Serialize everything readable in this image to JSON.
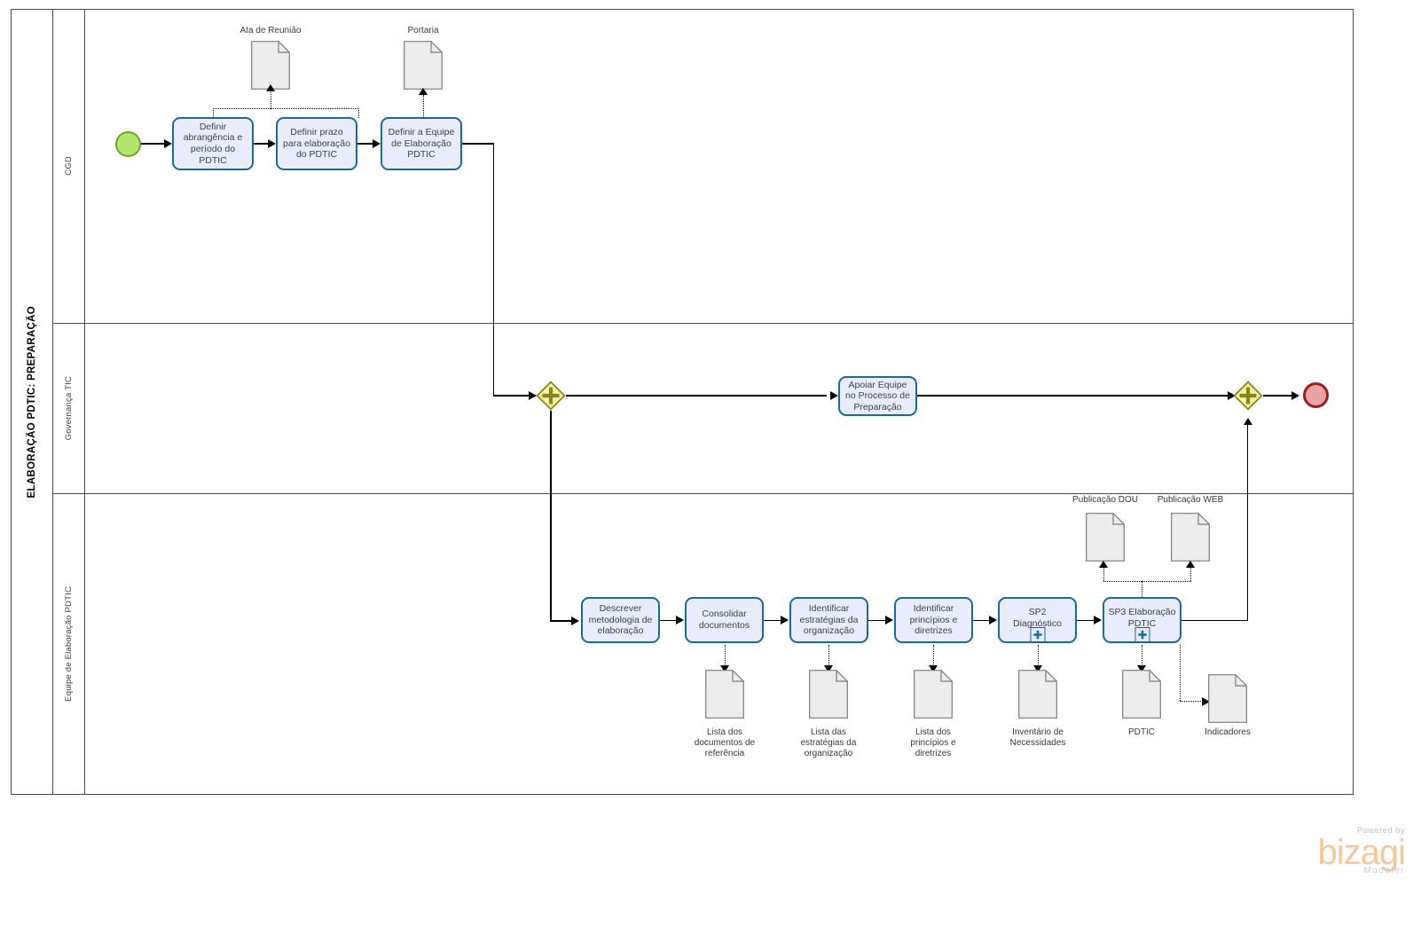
{
  "pool": {
    "title": "ELABORAÇÃO PDTIC: PREPARAÇÃO",
    "lanes": [
      {
        "id": "cgd",
        "label": "CGD"
      },
      {
        "id": "governanca",
        "label": "Governança TIC"
      },
      {
        "id": "equipe",
        "label": "Equipe de Elaboração PDTIC"
      }
    ]
  },
  "events": {
    "start": {
      "name": "start-event",
      "type": "start"
    },
    "end": {
      "name": "end-event",
      "type": "end"
    }
  },
  "gateways": [
    {
      "id": "gw-split",
      "type": "parallel",
      "symbol": "+"
    },
    {
      "id": "gw-join",
      "type": "parallel",
      "symbol": "+"
    }
  ],
  "tasks": {
    "t1": "Definir abrangência e período do PDTIC",
    "t2": "Definir prazo para elaboração do PDTIC",
    "t3": "Definir a Equipe de Elaboração PDTIC",
    "t4": "Apoiar Equipe no Processo de Preparação",
    "t5": "Descrever metodologia de elaboração",
    "t6": "Consolidar documentos",
    "t7": "Identificar estratégias da organização",
    "t8": "Identificar princípios e diretrizes",
    "t9": "SP2 Diagnóstico",
    "t10": "SP3 Elaboração PDTIC"
  },
  "documents": {
    "d1": "Ata de Reunião",
    "d2": "Portaria",
    "d3": "Publicação DOU",
    "d4": "Publicação WEB",
    "d5": "Lista dos\ndocumentos de\nreferência",
    "d6": "Lista das\nestratégias da\norganização",
    "d7": "Lista dos\nprincípios e\ndiretrizes",
    "d8": "Inventário de\nNecessidades",
    "d9": "PDTIC",
    "d10": "Indicadores"
  },
  "watermark": {
    "top": "Powered by",
    "main": "bizagi",
    "sub": "Modeler"
  },
  "colors": {
    "task_fill": "#e9edfb",
    "task_border": "#17699e",
    "gateway_fill": "#f5f0a8",
    "gateway_border": "#8a8419",
    "start_fill": "#b5e66e",
    "start_border": "#6aa52b",
    "end_fill": "#e8a3a3",
    "end_border": "#a11d1d",
    "doc_fill": "#ededed",
    "doc_border": "#7c7c7c",
    "lane_border": "#4a4a4a"
  }
}
